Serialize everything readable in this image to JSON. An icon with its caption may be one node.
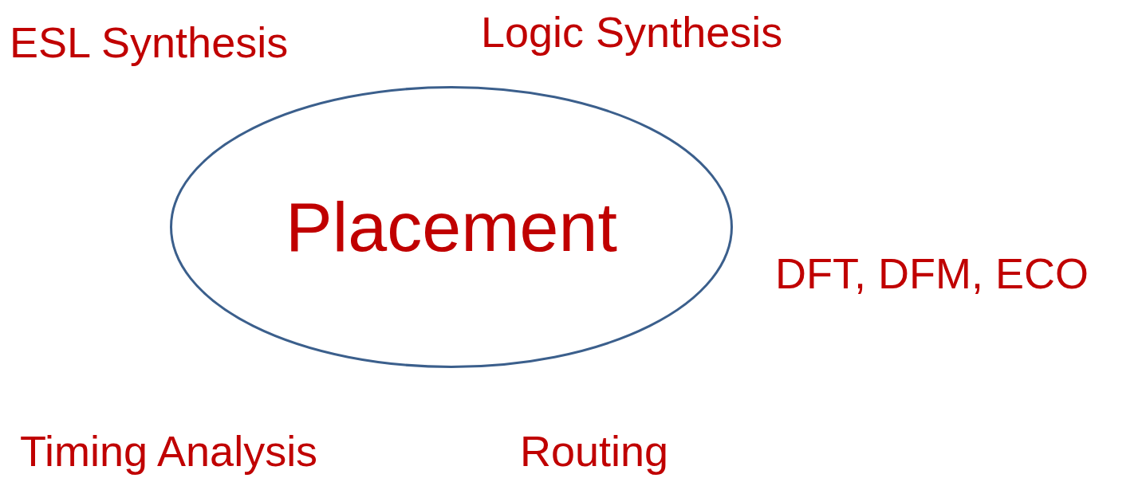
{
  "diagram": {
    "nodes": [
      {
        "text": [
          "Placement"
        ]
      }
    ],
    "labels": [
      "ESL Synthesis",
      "Logic Synthesis",
      "DFT, DFM, ECO",
      "Timing Analysis",
      "Routing"
    ]
  }
}
